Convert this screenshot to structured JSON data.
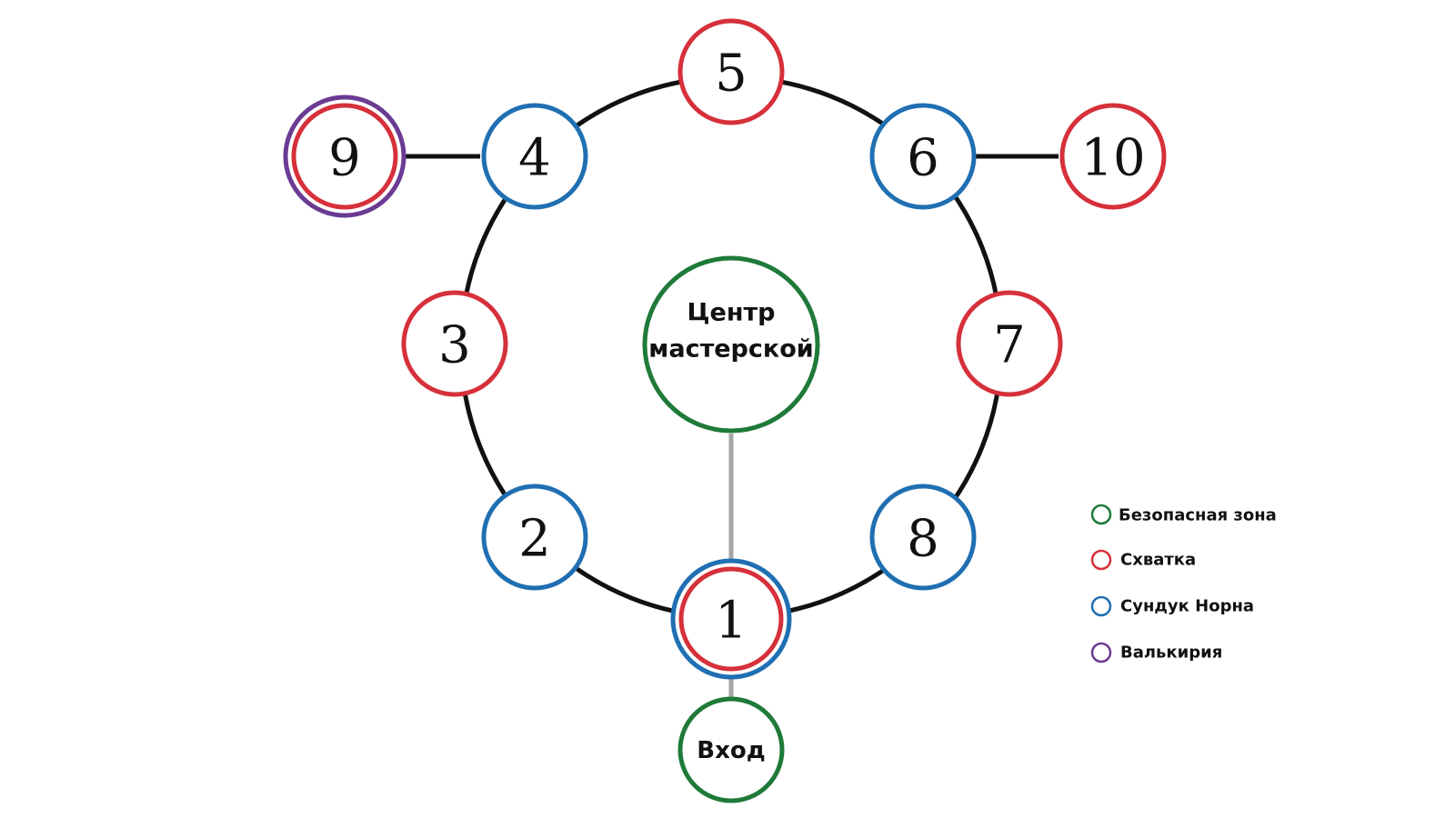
{
  "colors": {
    "safe": "#1f7a3a",
    "fight": "#d6303a",
    "chest": "#1f6fb2",
    "valkyrie": "#6a3b93",
    "ring": "#111111",
    "connector_gray": "#a6a6a6"
  },
  "nodes": {
    "n1": {
      "label": "1",
      "types": [
        "chest",
        "fight"
      ]
    },
    "n2": {
      "label": "2",
      "types": [
        "chest"
      ]
    },
    "n3": {
      "label": "3",
      "types": [
        "fight"
      ]
    },
    "n4": {
      "label": "4",
      "types": [
        "chest"
      ]
    },
    "n5": {
      "label": "5",
      "types": [
        "fight"
      ]
    },
    "n6": {
      "label": "6",
      "types": [
        "chest"
      ]
    },
    "n7": {
      "label": "7",
      "types": [
        "fight"
      ]
    },
    "n8": {
      "label": "8",
      "types": [
        "chest"
      ]
    },
    "n9": {
      "label": "9",
      "types": [
        "valkyrie",
        "fight"
      ]
    },
    "n10": {
      "label": "10",
      "types": [
        "fight"
      ]
    },
    "center": {
      "line1": "Центр",
      "line2": "мастерской",
      "types": [
        "safe"
      ]
    },
    "entrance": {
      "label": "Вход",
      "types": [
        "safe"
      ]
    }
  },
  "edges": [
    {
      "from": "n1",
      "to": "n2"
    },
    {
      "from": "n2",
      "to": "n3"
    },
    {
      "from": "n3",
      "to": "n4"
    },
    {
      "from": "n4",
      "to": "n5"
    },
    {
      "from": "n5",
      "to": "n6"
    },
    {
      "from": "n6",
      "to": "n7"
    },
    {
      "from": "n7",
      "to": "n8"
    },
    {
      "from": "n8",
      "to": "n1"
    },
    {
      "from": "n4",
      "to": "n9"
    },
    {
      "from": "n6",
      "to": "n10"
    },
    {
      "from": "center",
      "to": "n1"
    },
    {
      "from": "n1",
      "to": "entrance"
    }
  ],
  "legend": [
    {
      "key": "safe",
      "label": "Безопасная зона"
    },
    {
      "key": "fight",
      "label": "Схватка"
    },
    {
      "key": "chest",
      "label": "Сундук Норна"
    },
    {
      "key": "valkyrie",
      "label": "Валькирия"
    }
  ]
}
